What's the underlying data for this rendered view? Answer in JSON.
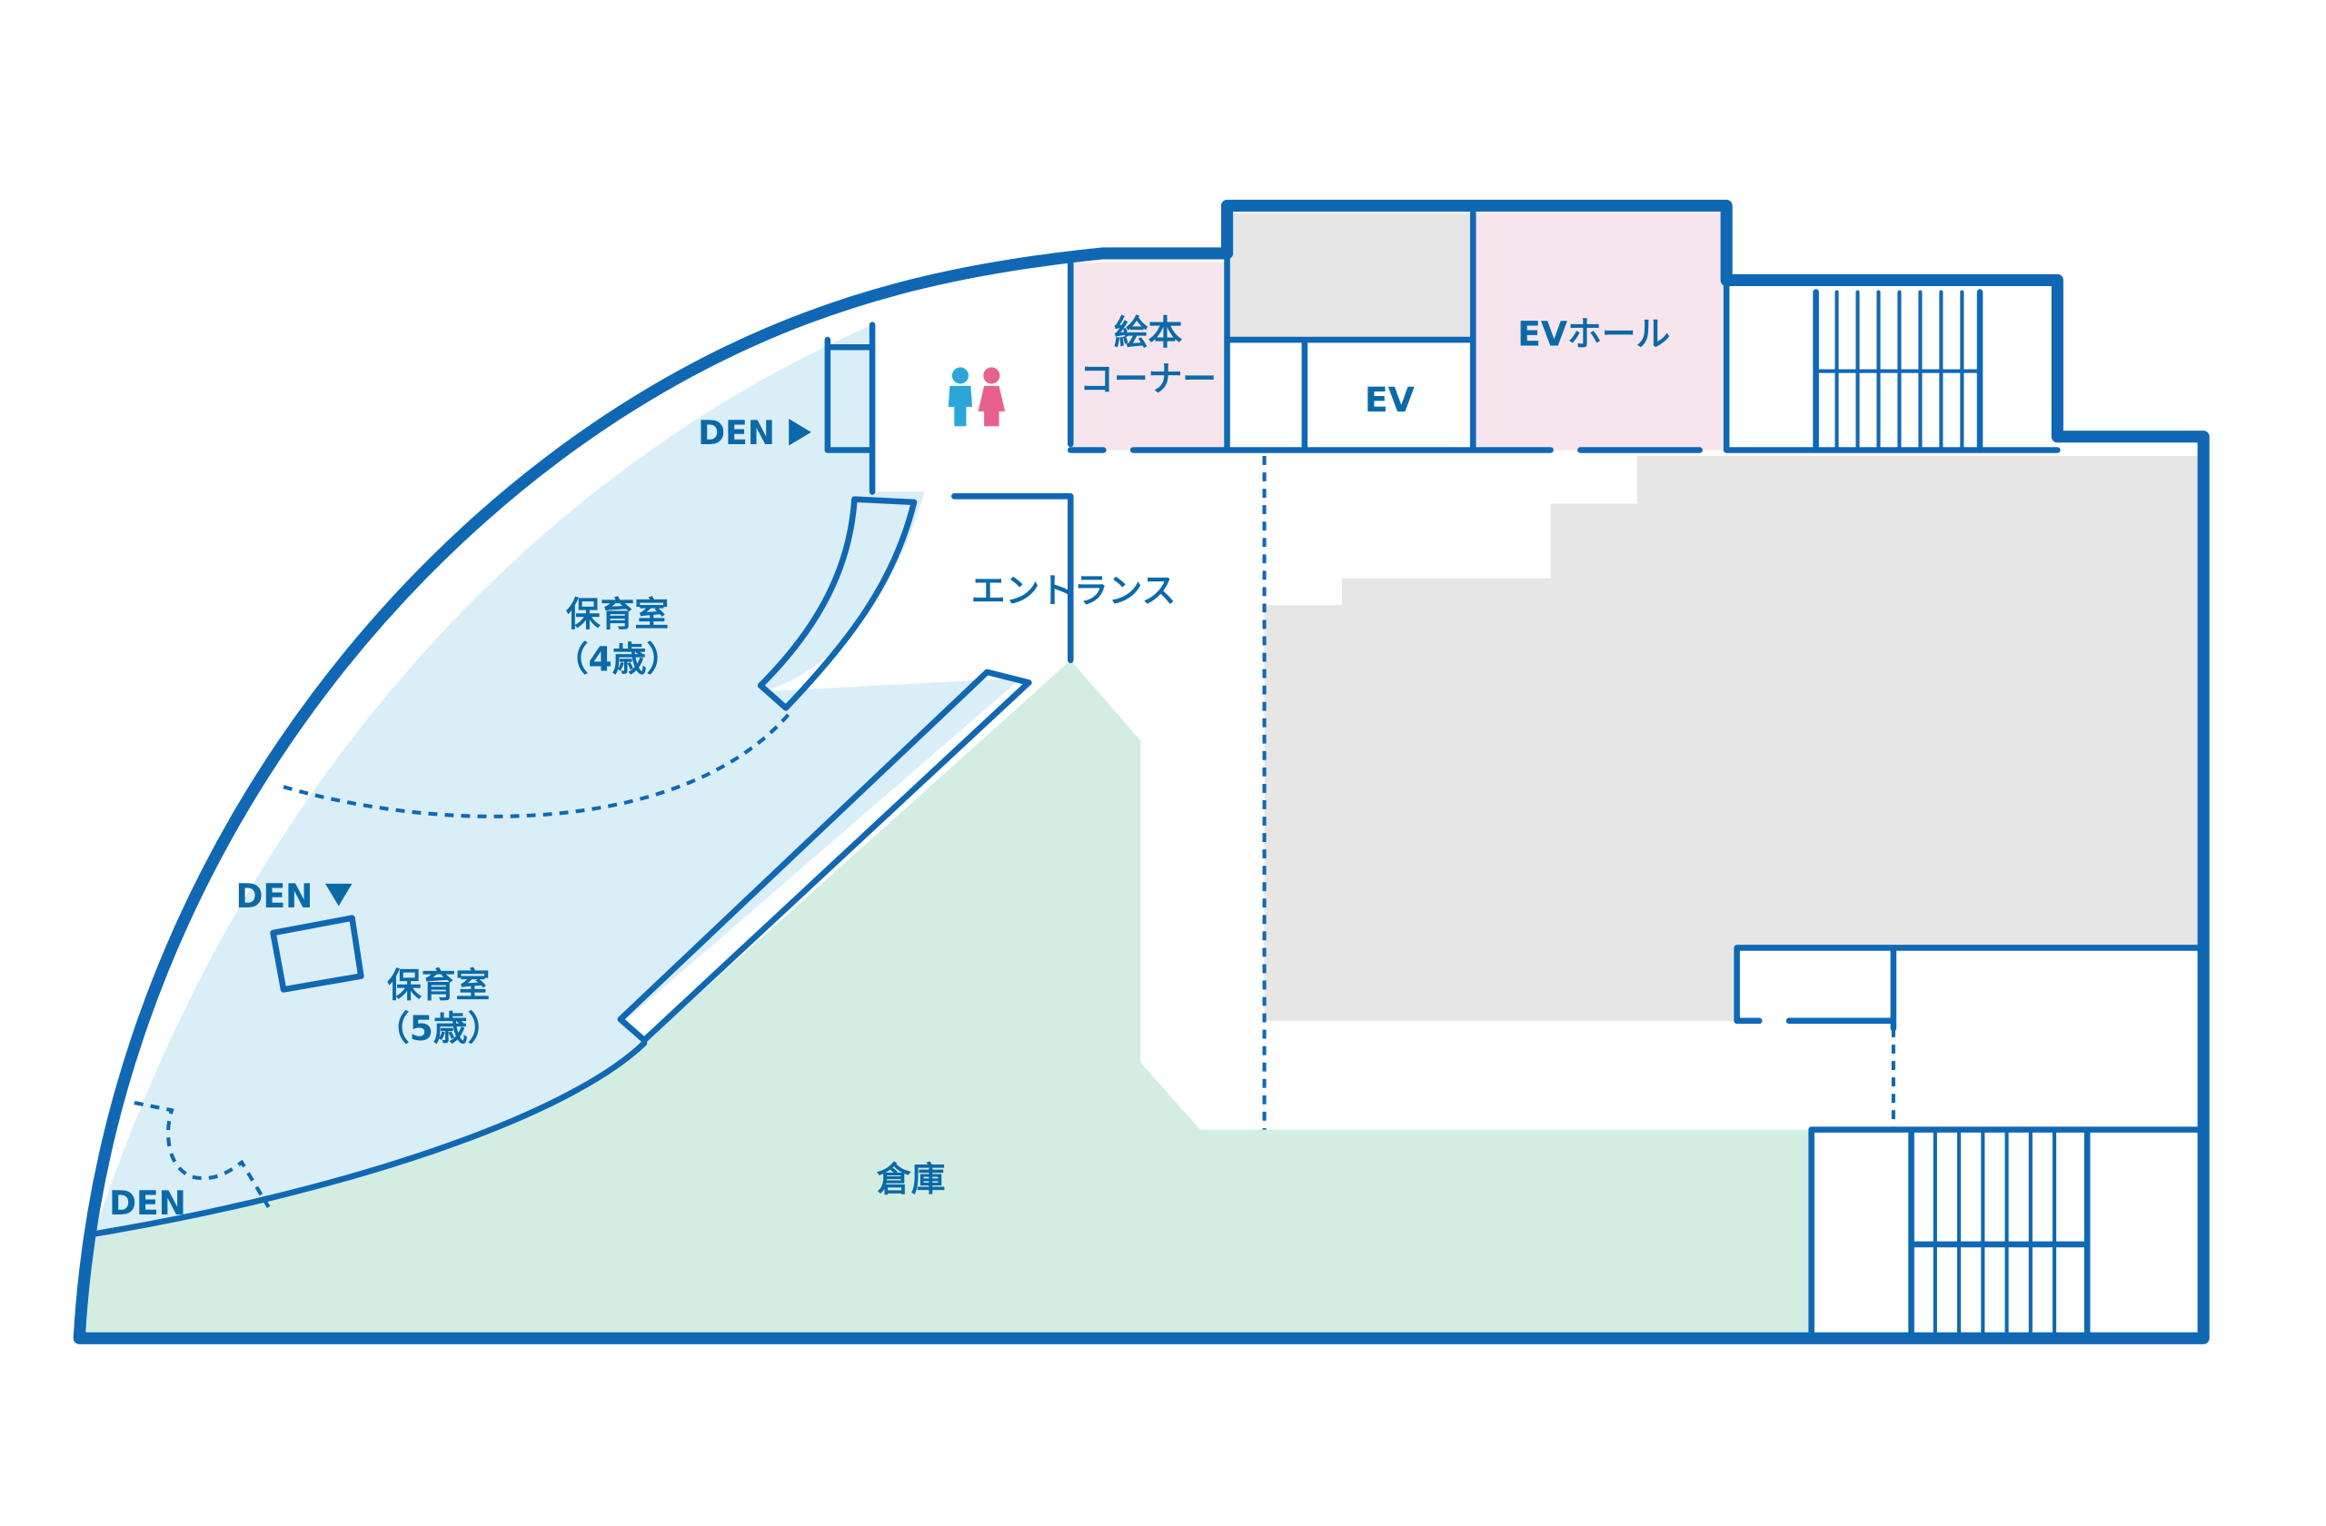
{
  "colors": {
    "wall": "#1068b4",
    "label": "#0a6aa8",
    "nursery_room": "#daeef7",
    "storage": "#d4ede2",
    "picture_book_corner": "#f7e5ee",
    "ev_hall": "#f7e5ee",
    "unused_area": "#e6e6e6",
    "circulation": "#ffffff",
    "male_icon": "#2aa6d8",
    "female_icon": "#e8608e"
  },
  "rooms": {
    "picture_book_line1": "絵本",
    "picture_book_line2": "コーナー",
    "ev": "EV",
    "ev_hall": "EVホール",
    "entrance": "エントランス",
    "nursery4_line1": "保育室",
    "nursery4_line2": "（4歳）",
    "nursery5_line1": "保育室",
    "nursery5_line2": "（5歳）",
    "storage": "倉庫"
  },
  "markers": {
    "den_upper": "DEN",
    "den_middle": "DEN",
    "den_lower": "DEN"
  },
  "icons": {
    "restroom": "restroom-icon",
    "arrow_right": "triangle-right-icon",
    "arrow_down": "triangle-down-icon"
  }
}
